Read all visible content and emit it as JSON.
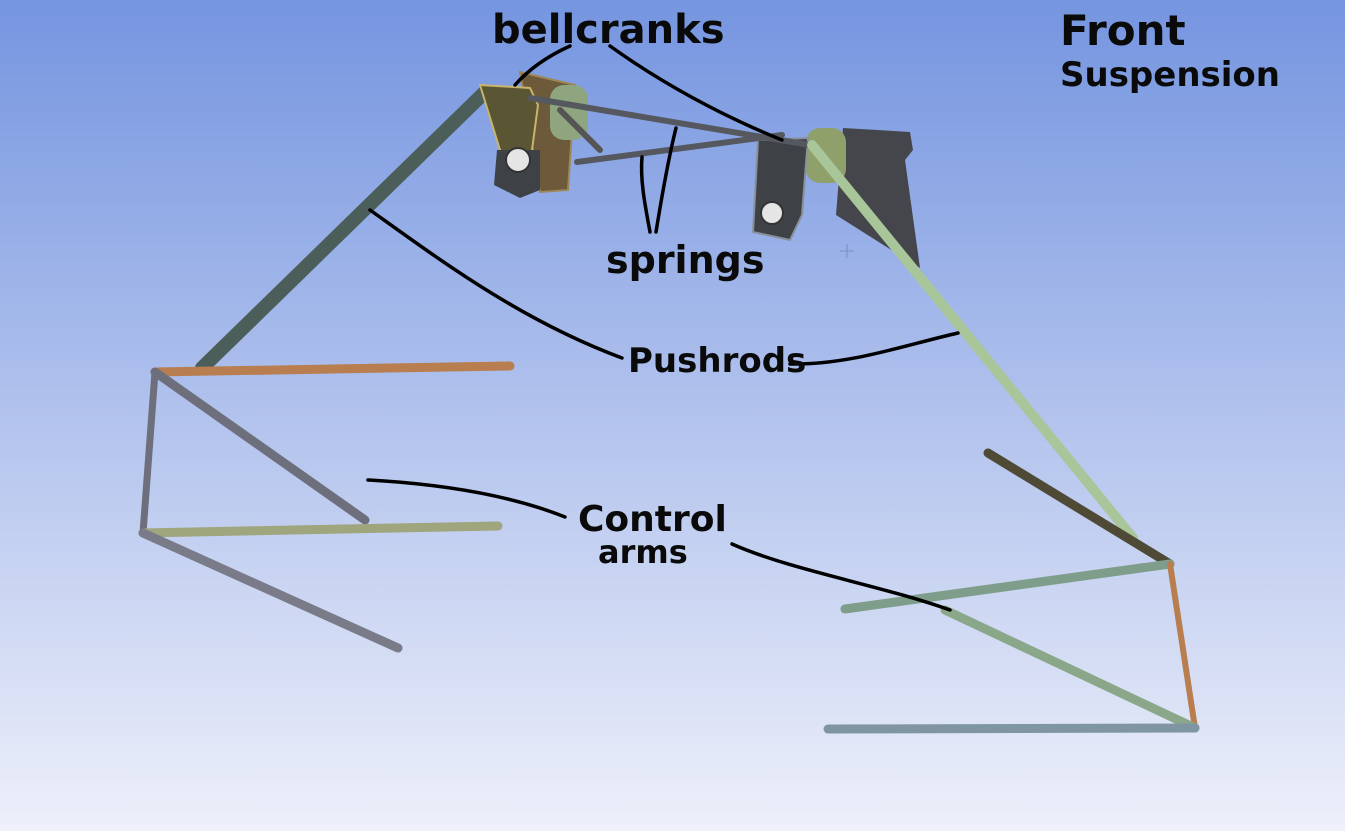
{
  "labels": {
    "title_line1": "Front",
    "title_line2": "Suspension",
    "bellcranks": "bellcranks",
    "springs": "springs",
    "pushrods": "Pushrods",
    "control_arms_line1": "Control",
    "control_arms_line2": "arms"
  },
  "colors": {
    "background_top": "#7595e0",
    "background_bottom": "#eef0fa",
    "pushrod_left": "#4c5e5a",
    "pushrod_right": "#a9c59a",
    "arm_orange": "#b97e50",
    "arm_gray": "#6e6f7d",
    "arm_olive": "#9fa57c",
    "arm_green": "#8aa889",
    "bracket_dark": "#3e4247"
  }
}
